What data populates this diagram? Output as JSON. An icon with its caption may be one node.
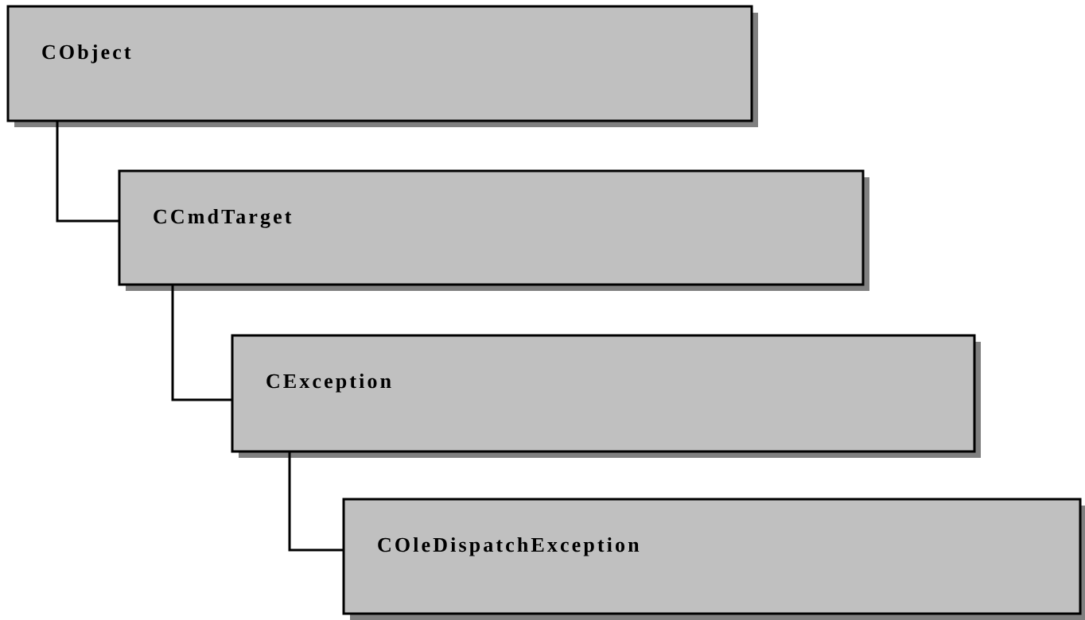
{
  "diagram": {
    "nodes": [
      {
        "text": [
          "CObject"
        ]
      },
      {
        "text": [
          "CCmdTarget"
        ]
      },
      {
        "text": [
          "CException"
        ]
      },
      {
        "text": [
          "COleDispatchException"
        ]
      }
    ],
    "edges": [
      {
        "from": 0,
        "to": 1,
        "arrow": "none"
      },
      {
        "from": 1,
        "to": 2,
        "arrow": "none"
      },
      {
        "from": 2,
        "to": 3,
        "arrow": "none"
      }
    ]
  }
}
